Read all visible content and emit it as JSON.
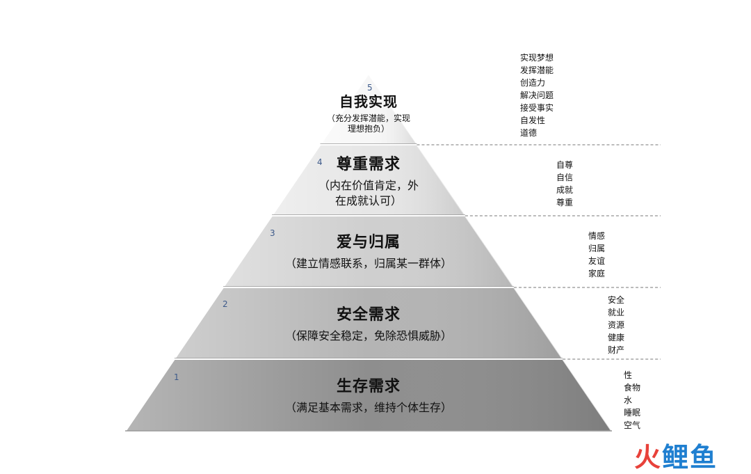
{
  "tiers": [
    {
      "level": "5",
      "title": "自我实现",
      "subtitle": "（充分发挥潜能，实现\n理想抱负）",
      "needs": [
        "实现梦想",
        "发挥潜能",
        "创造力",
        "解决问题",
        "接受事实",
        "自发性",
        "道德"
      ]
    },
    {
      "level": "4",
      "title": "尊重需求",
      "subtitle": "（内在价值肯定，外\n在成就认可）",
      "needs": [
        "自尊",
        "自信",
        "成就",
        "尊重"
      ]
    },
    {
      "level": "3",
      "title": "爱与归属",
      "subtitle": "（建立情感联系，归属某一群体）",
      "needs": [
        "情感",
        "归属",
        "友谊",
        "家庭"
      ]
    },
    {
      "level": "2",
      "title": "安全需求",
      "subtitle": "（保障安全稳定，免除恐惧威胁）",
      "needs": [
        "安全",
        "就业",
        "资源",
        "健康",
        "财产"
      ]
    },
    {
      "level": "1",
      "title": "生存需求",
      "subtitle": "（满足基本需求，维持个体生存）",
      "needs": [
        "性",
        "食物",
        "水",
        "睡眠",
        "空气"
      ]
    }
  ],
  "colors": {
    "tier5": "#f7f7f7",
    "tier4": "#e6e6e6",
    "tier3": "#cfcfcf",
    "tier2": "#b4b4b4",
    "tier1": "#8e8e8e",
    "logo_red": "#e8413a",
    "logo_blue": "#1f7fd0"
  },
  "logo": {
    "c1": "火",
    "c2": "鲤",
    "c3": "鱼"
  }
}
